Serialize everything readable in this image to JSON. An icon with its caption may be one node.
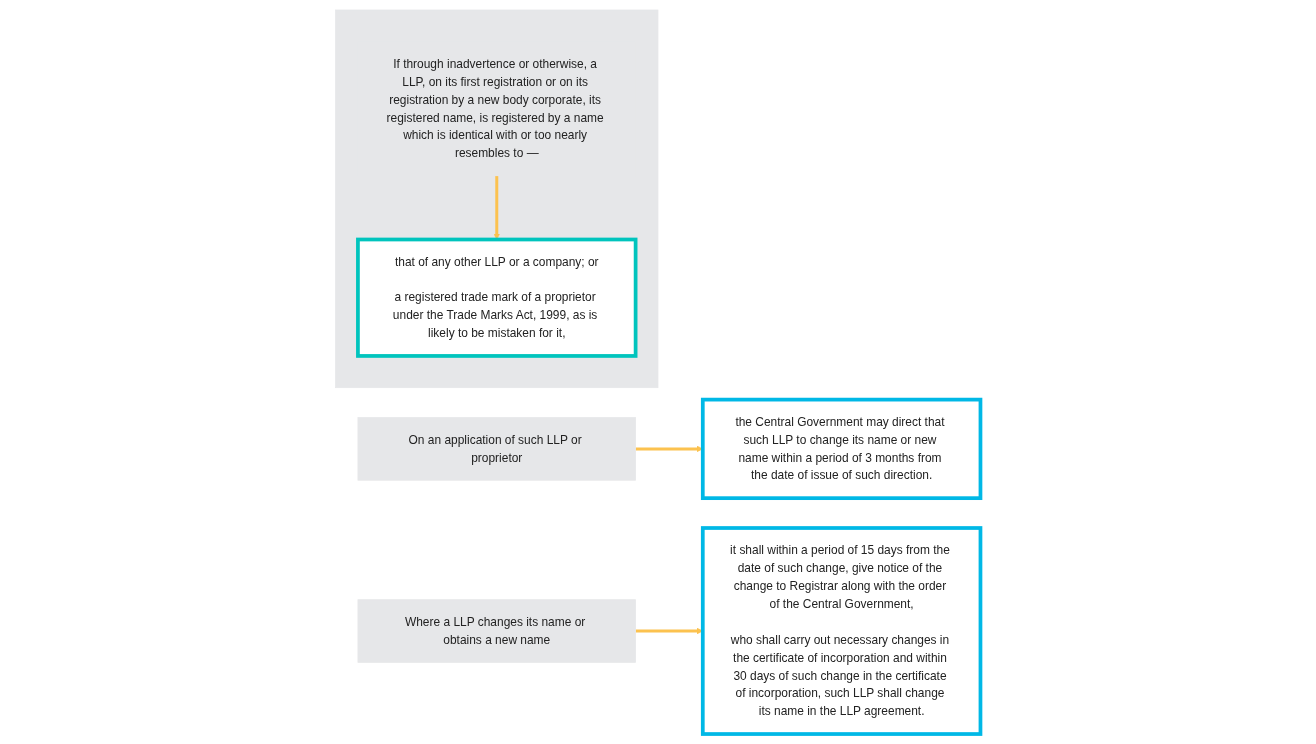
{
  "diagram": {
    "nodes": [
      {
        "text": [],
        "shape": "box"
      },
      {
        "text": [
          "If through inadvertence or otherwise, a LLP, on its first registration or on its registration by a new body corporate, its registered name, is registered by a name which is identical with or too nearly resembles to —"
        ],
        "in": 0
      },
      {
        "text": [
          "that of any other LLP or a company; or",
          "a registered trade mark of a proprietor under the Trade Marks Act, 1999, as is likely to be mistaken for it,"
        ],
        "in": 0
      },
      {
        "text": [
          "On an application of such LLP or proprietor"
        ]
      },
      {
        "text": [
          "the Central Government may direct that such LLP to change its name or new name within a period of 3 months from the date of issue of such direction."
        ]
      },
      {
        "text": [
          "Where a LLP changes its name or obtains a new name"
        ]
      },
      {
        "text": [
          "it shall within a period of 15 days from the date of such change, give notice of the change to Registrar along with the order of the Central Government,",
          "who shall carry out necessary changes in the certificate of incorporation and within 30 days of such change in the certificate of incorporation, such LLP shall change its name in the LLP agreement."
        ]
      }
    ],
    "edges": [
      {
        "from": 1,
        "to": 2,
        "arrow": "to"
      },
      {
        "from": 3,
        "to": 4,
        "arrow": "to"
      },
      {
        "from": 5,
        "to": 6,
        "arrow": "to"
      }
    ]
  }
}
